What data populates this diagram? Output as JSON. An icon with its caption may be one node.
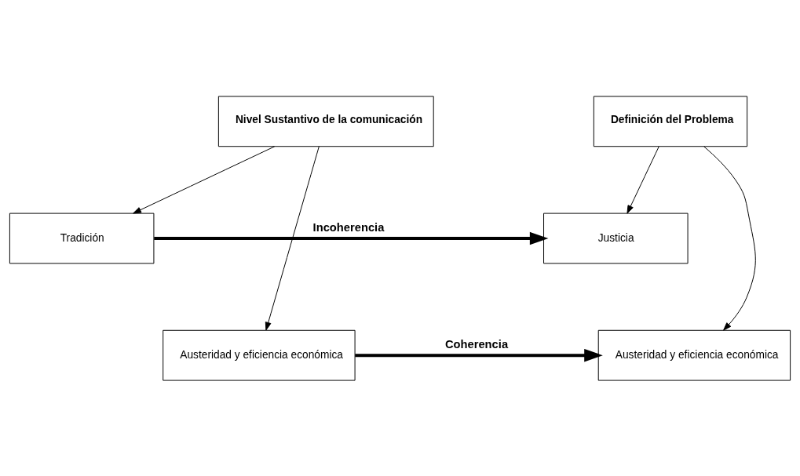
{
  "diagram": {
    "nodes": [
      {
        "text": [
          "Nivel Sustantivo de la comunicación"
        ]
      },
      {
        "text": [
          "Definición del Problema"
        ]
      },
      {
        "text": [
          "Tradición"
        ]
      },
      {
        "text": [
          "Justicia"
        ]
      },
      {
        "text": [
          "Austeridad y eficiencia económica"
        ]
      },
      {
        "text": [
          "Austeridad y eficiencia económica"
        ]
      }
    ],
    "edges": [
      {
        "from": 0,
        "to": 2,
        "arrow": "to"
      },
      {
        "from": 0,
        "to": 4,
        "arrow": "to"
      },
      {
        "from": 1,
        "to": 3,
        "arrow": "to"
      },
      {
        "from": 1,
        "to": 5,
        "arrow": "to"
      },
      {
        "from": 2,
        "to": 3,
        "arrow": "to",
        "label": "Incoherencia",
        "style": "thick"
      },
      {
        "from": 4,
        "to": 5,
        "arrow": "to",
        "label": "Coherencia",
        "style": "thick"
      }
    ]
  }
}
